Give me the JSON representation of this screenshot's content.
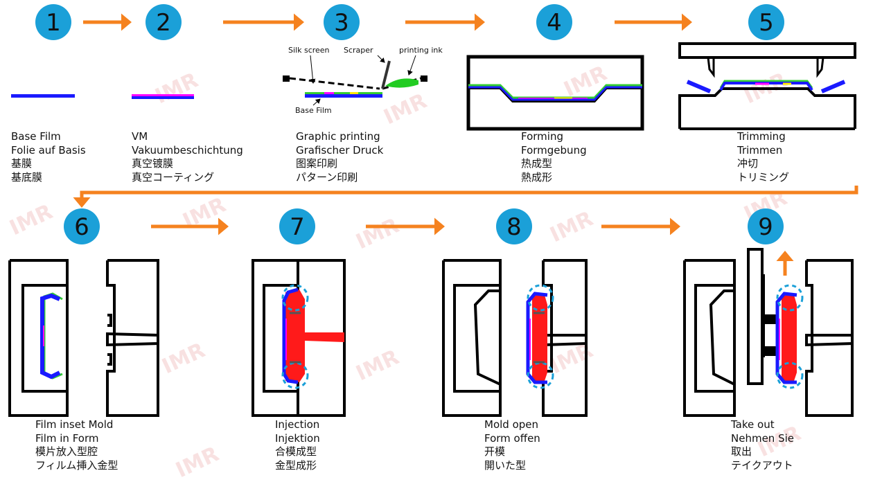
{
  "colors": {
    "step_circle": "#1ba0d8",
    "arrow": "#f5821f",
    "film_blue": "#1a1aff",
    "film_magenta": "#ff00ff",
    "film_green": "#33cc33",
    "film_yellow": "#ffe600",
    "resin_red": "#ff1a1a",
    "dashed_circle": "#1ba0d8",
    "watermark": "#f3c9c9"
  },
  "steps": [
    {
      "number": "1",
      "captions": [
        "Base Film",
        "Folie auf Basis",
        "基膜",
        "基底膜"
      ]
    },
    {
      "number": "2",
      "captions": [
        "VM",
        "Vakuumbeschichtung",
        "真空镀膜",
        "真空コーティング"
      ]
    },
    {
      "number": "3",
      "captions": [
        "Graphic printing",
        "Grafischer Druck",
        "图案印刷",
        "パターン印刷"
      ]
    },
    {
      "number": "4",
      "captions": [
        "Forming",
        "Formgebung",
        "热成型",
        "熱成形"
      ]
    },
    {
      "number": "5",
      "captions": [
        "Trimming",
        "Trimmen",
        "冲切",
        "トリミング"
      ]
    },
    {
      "number": "6",
      "captions": [
        "Film inset Mold",
        "Film in Form",
        "模片放入型腔",
        "フィルム挿入金型"
      ]
    },
    {
      "number": "7",
      "captions": [
        "Injection",
        "Injektion",
        "合模成型",
        "金型成形"
      ]
    },
    {
      "number": "8",
      "captions": [
        "Mold open",
        "Form offen",
        "开模",
        "開いた型"
      ]
    },
    {
      "number": "9",
      "captions": [
        "Take out",
        "Nehmen Sie",
        "取出",
        "テイクアウト"
      ]
    }
  ],
  "printing_labels": {
    "silk_screen": "Silk screen",
    "scraper": "Scraper",
    "printing_ink": "printing ink",
    "base_film": "Base Film"
  },
  "icons": {
    "flow_arrow": "arrow-right-icon",
    "return_arrow": "return-arrow-icon",
    "take_out_arrow": "arrow-up-icon"
  }
}
